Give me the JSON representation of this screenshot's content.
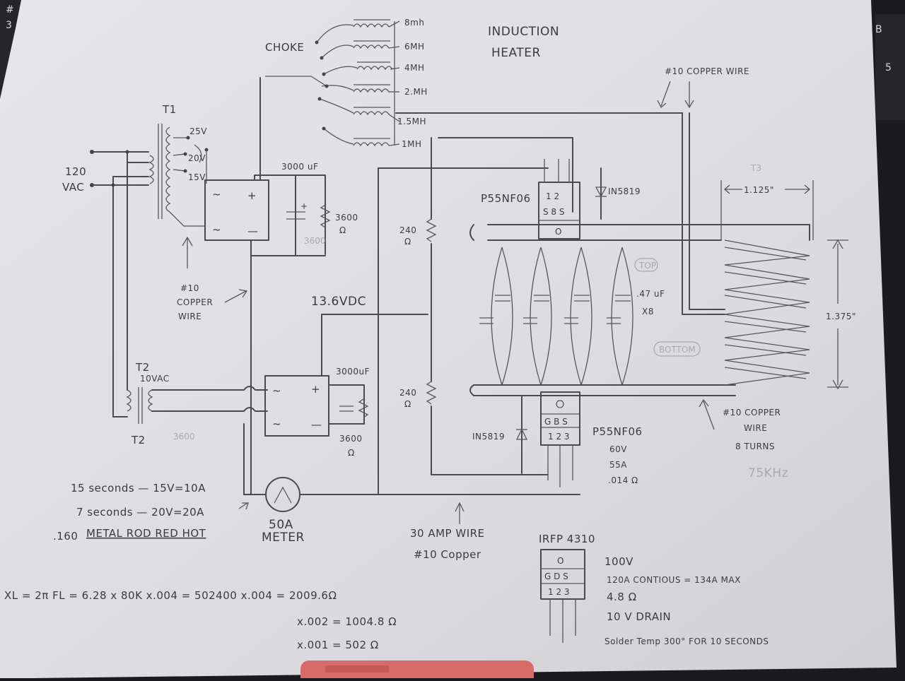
{
  "keys": {
    "k1": "#",
    "k2": "3",
    "k3": "B",
    "k4": "5"
  },
  "title": {
    "line1": "INDUCTION",
    "line2": "HEATER"
  },
  "choke": {
    "label": "CHOKE",
    "taps": [
      "8mh",
      "6MH",
      "4MH",
      "2.MH",
      "1.5MH",
      "1MH"
    ]
  },
  "t1": {
    "label": "T1",
    "taps": [
      "25V",
      "20V",
      "15V"
    ]
  },
  "input": {
    "line1": "120",
    "line2": "VAC"
  },
  "rect1": {
    "cap": "3000 uF",
    "res": "3600",
    "res_unit": "Ω"
  },
  "wire1": {
    "line1": "#10",
    "line2": "COPPER",
    "line3": "WIRE"
  },
  "t2": {
    "label": "T2",
    "label2": "T2",
    "out": "10VAC"
  },
  "rect2": {
    "cap": "3000uF",
    "res": "3600",
    "res_unit": "Ω"
  },
  "rail": {
    "label": "13.6VDC"
  },
  "r_top": {
    "value": "240",
    "unit": "Ω"
  },
  "r_bot": {
    "value": "240",
    "unit": "Ω"
  },
  "mosfet_top": {
    "part": "P55NF06",
    "pins": "1 2",
    "pins2": "S 8 S",
    "tab": "O"
  },
  "diode_top": {
    "part": "IN5819"
  },
  "diode_bot": {
    "part": "IN5819"
  },
  "mosfet_bot": {
    "part": "P55NF06",
    "pins": "G B S",
    "nums": "1 2 3",
    "v": "60V",
    "a": "55A",
    "r": ".014 Ω"
  },
  "caps": {
    "value": ".47 uF",
    "count": "X8",
    "top_tag": "TOP",
    "bottom_tag": "BOTTOM"
  },
  "coil": {
    "wire_top": "#10 COPPER WIRE",
    "label": "T3",
    "width": "1.125\"",
    "height": "1.375\"",
    "wire_line1": "#10 COPPER",
    "wire_line2": "WIRE",
    "turns": "8 TURNS",
    "freq": "75KHz"
  },
  "meter": {
    "line1": "50A",
    "line2": "METER"
  },
  "wire30": {
    "line1": "30 AMP WIRE",
    "line2": "#10 Copper"
  },
  "notes": {
    "n1": "15 seconds — 15V=10A",
    "n2": "7 seconds — 20V=20A",
    "n3_prefix": ".160",
    "n3": "METAL ROD RED HOT"
  },
  "irfp": {
    "part": "IRFP 4310",
    "pins": "G D S",
    "nums": "1 2 3",
    "tab": "O",
    "spec1": "100V",
    "spec2": "120A  CONTIOUS = 134A MAX",
    "spec3": "4.8 Ω",
    "spec4": "10 V DRAIN",
    "spec5": "Solder Temp 300° FOR 10 SECONDS"
  },
  "formula": {
    "line1": "XL = 2π FL = 6.28 x 80K x.004 = 502400 x.004 = 2009.6Ω",
    "line2": "x.002 = 1004.8 Ω",
    "line3": "x.001 = 502 Ω"
  }
}
